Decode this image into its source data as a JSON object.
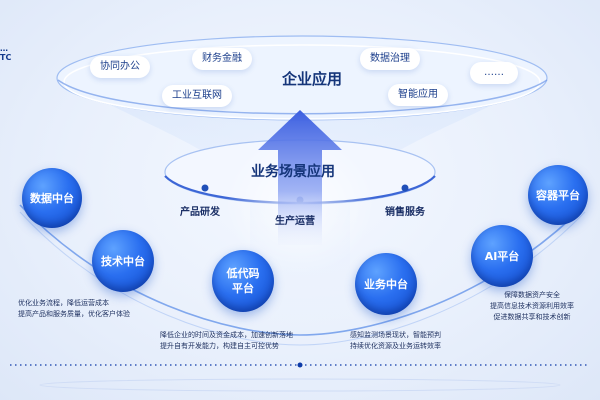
{
  "logo": {
    "line1": "…",
    "line2": "TC"
  },
  "top_platform": {
    "title": "企业应用",
    "pills": [
      "协同办公",
      "财务金融",
      "工业互联网",
      "数据治理",
      "智能应用",
      "……"
    ]
  },
  "middle_platform": {
    "title": "业务场景应用",
    "scenes": [
      "产品研发",
      "生产运营",
      "销售服务"
    ]
  },
  "nodes": [
    {
      "id": "data",
      "label": "数据中台"
    },
    {
      "id": "tech",
      "label": "技术中台"
    },
    {
      "id": "lowcode",
      "label": "低代码平台",
      "line1": "低代码",
      "line2": "平台"
    },
    {
      "id": "business",
      "label": "业务中台"
    },
    {
      "id": "ai",
      "label": "AI平台"
    },
    {
      "id": "container",
      "label": "容器平台"
    }
  ],
  "descriptions": {
    "left": [
      "优化业务流程，降低运营成本",
      "提高产品和服务质量，优化客户体验"
    ],
    "center": [
      "降低企业的时间及资金成本，加速创新落地",
      "提升自有开发能力，构建自主可控优势"
    ],
    "center_right": [
      "感知监测场景现状，智能预判",
      "持续优化资源及业务运转效率"
    ],
    "right": [
      "保障数据资产安全",
      "提高信息技术资源利用效率",
      "促进数据共享和技术创新"
    ]
  },
  "colors": {
    "brand_blue": "#2a6ff0",
    "dark_blue": "#15357a",
    "arrow": "#4b6ee6"
  }
}
